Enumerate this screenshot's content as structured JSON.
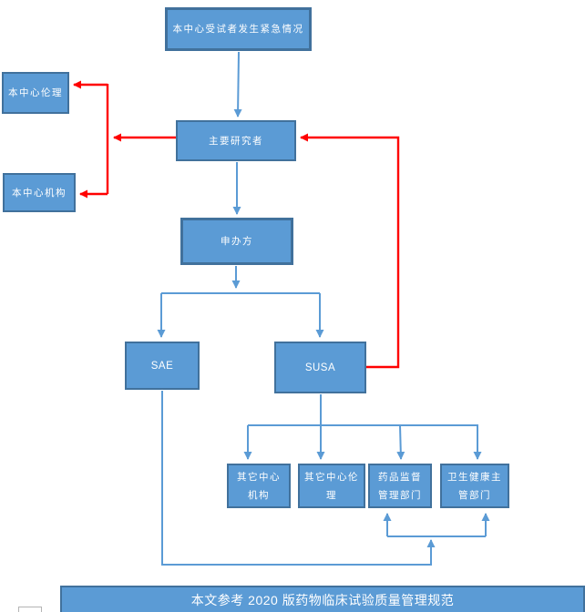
{
  "diagram": {
    "title": "clinical-trial-emergency-reporting-flowchart",
    "nodes": {
      "emergency": {
        "label": "本中心受试者发生紧急情况"
      },
      "center_ethics": {
        "label": "本中心伦理"
      },
      "center_institution": {
        "label": "本中心机构"
      },
      "principal_investigator": {
        "label": "主要研究者"
      },
      "sponsor": {
        "label": "申办方"
      },
      "sae": {
        "label": "SAE"
      },
      "susa": {
        "label": "SUSA"
      },
      "other_center_institution": {
        "label": "其它中心\n机构"
      },
      "other_center_ethics": {
        "label": "其它中心伦\n理"
      },
      "drug_admin": {
        "label": "药品监督\n管理部门"
      },
      "health_admin": {
        "label": "卫生健康主\n管部门"
      }
    },
    "footer": {
      "label": "本文参考 2020 版药物临床试验质量管理规范"
    },
    "colors": {
      "node_fill": "#5B9BD5",
      "node_border": "#41719C",
      "connector_blue": "#5B9BD5",
      "connector_red": "#FF0000",
      "text": "#FFFFFF",
      "background": "#FFFFFF"
    }
  }
}
